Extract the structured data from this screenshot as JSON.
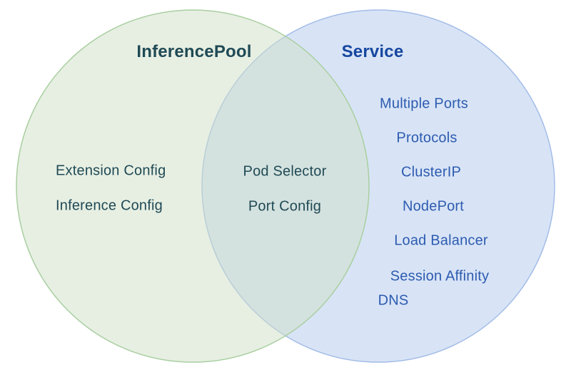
{
  "diagram": {
    "type": "venn",
    "left": {
      "title": "InferencePool",
      "items": [
        "Extension Config",
        "Inference Config"
      ]
    },
    "overlap": {
      "items": [
        "Pod Selector",
        "Port Config"
      ]
    },
    "right": {
      "title": "Service",
      "items": [
        "Multiple Ports",
        "Protocols",
        "ClusterIP",
        "NodePort",
        "Load Balancer",
        "Session Affinity",
        "DNS"
      ]
    },
    "colors": {
      "left_circle_paint": "#cfdfc7",
      "left_circle_border": "#a9cfa0",
      "right_circle_paint": "#b1c9ed",
      "right_circle_border": "#a3bce7",
      "left_fill_rendered": "#e7efe3",
      "right_fill_rendered": "#d8e4f6",
      "overlap_fill_rendered": "#d3e1dc",
      "left_text": "#204a55",
      "right_title_text": "#16479f",
      "right_item_text": "#2d5bb0",
      "background": "#ffffff"
    }
  }
}
